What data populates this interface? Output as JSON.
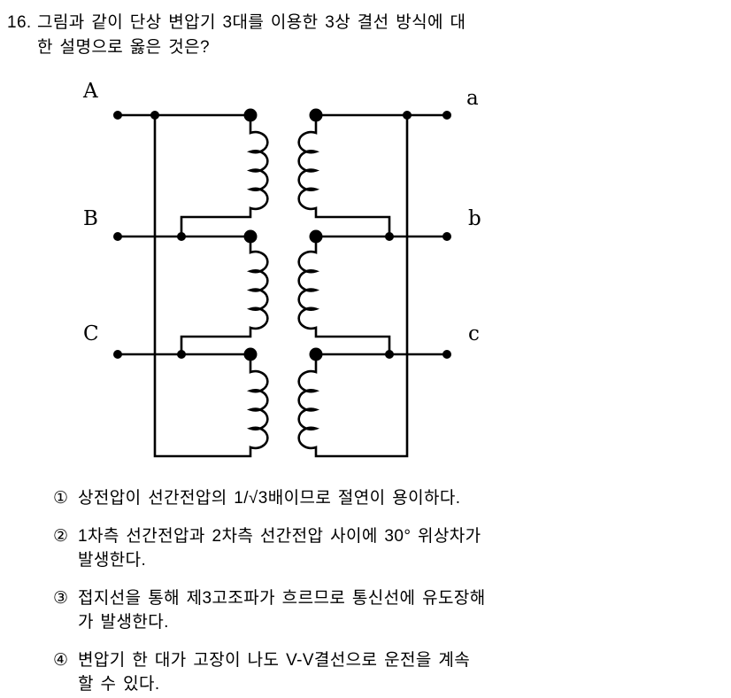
{
  "question": {
    "number": "16.",
    "lines": [
      "그림과 같이 단상 변압기 3대를 이용한 3상 결선 방식에 대",
      "한 설명으로 옳은 것은?"
    ]
  },
  "diagram": {
    "description": "delta-delta connection of three single-phase transformers",
    "primary_labels": [
      "A",
      "B",
      "C"
    ],
    "secondary_labels": [
      "a",
      "b",
      "c"
    ],
    "line_color": "#000000"
  },
  "options": [
    {
      "marker": "①",
      "lines": [
        "상전압이 선간전압의 1/√3배이므로 절연이 용이하다."
      ]
    },
    {
      "marker": "②",
      "lines": [
        "1차측 선간전압과 2차측 선간전압 사이에 30° 위상차가",
        "발생한다."
      ]
    },
    {
      "marker": "③",
      "lines": [
        "접지선을 통해 제3고조파가 흐르므로 통신선에 유도장해",
        "가 발생한다."
      ]
    },
    {
      "marker": "④",
      "lines": [
        "변압기 한 대가 고장이 나도 V-V결선으로 운전을 계속",
        "할 수 있다."
      ]
    }
  ],
  "colors": {
    "ink": "#000000",
    "background": "#ffffff"
  }
}
